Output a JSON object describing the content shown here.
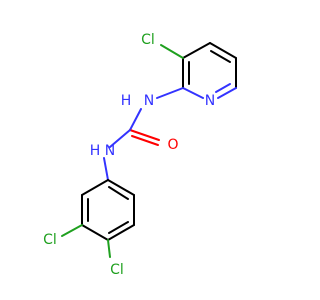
{
  "molecule": {
    "atoms": {
      "cl_top": "Cl",
      "n_pyridine": "N",
      "nh_upper": "N",
      "h_upper": "H",
      "nh_lower": "N",
      "h_lower": "H",
      "o_carbonyl": "O",
      "cl_left": "Cl",
      "cl_bottom": "Cl"
    },
    "colors": {
      "carbon_bond": "#000000",
      "nitrogen": "#3333ff",
      "oxygen": "#ff0000",
      "chlorine": "#1fa01f"
    }
  }
}
